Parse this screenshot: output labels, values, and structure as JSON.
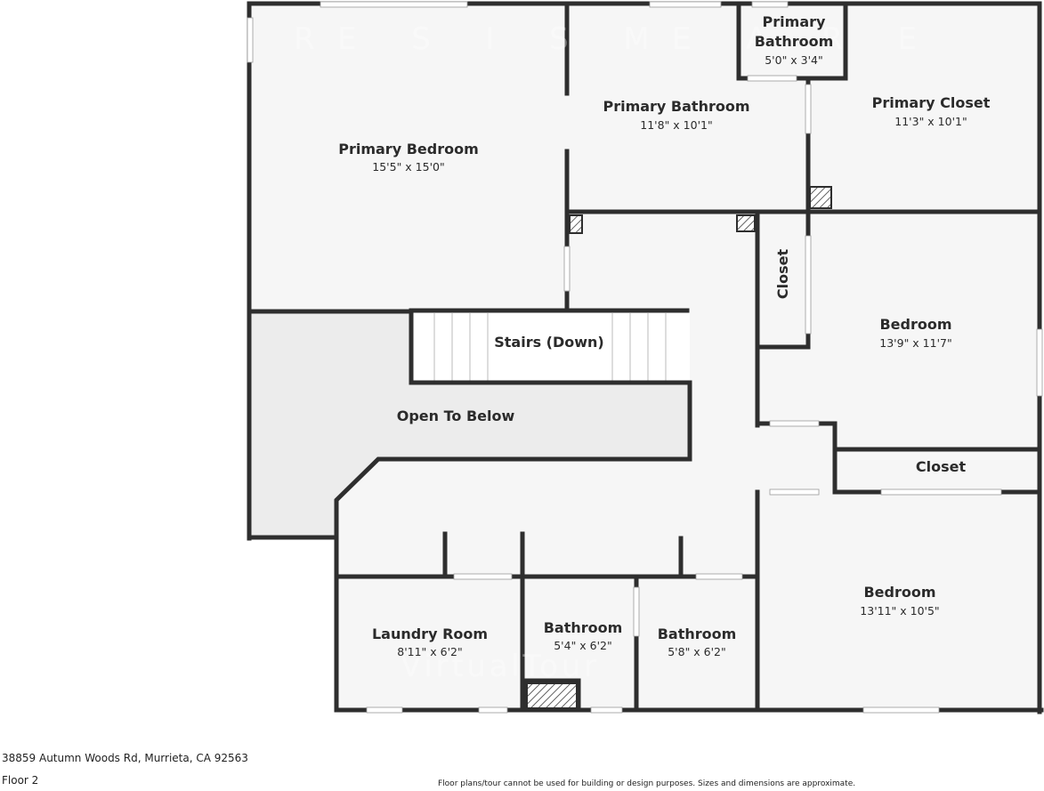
{
  "rooms": {
    "primary_bedroom": {
      "name": "Primary Bedroom",
      "dim": "15'5\" x 15'0\""
    },
    "primary_bathroom": {
      "name": "Primary Bathroom",
      "dim": "11'8\" x 10'1\""
    },
    "primary_bathroom_small": {
      "name_line1": "Primary",
      "name_line2": "Bathroom",
      "dim": "5'0\" x 3'4\""
    },
    "primary_closet": {
      "name": "Primary Closet",
      "dim": "11'3\" x 10'1\""
    },
    "closet_vertical": {
      "name": "Closet"
    },
    "bedroom_upper": {
      "name": "Bedroom",
      "dim": "13'9\" x 11'7\""
    },
    "stairs": {
      "name": "Stairs (Down)"
    },
    "open_to_below": {
      "name": "Open To Below"
    },
    "closet_small": {
      "name": "Closet"
    },
    "bedroom_lower": {
      "name": "Bedroom",
      "dim": "13'11\" x 10'5\""
    },
    "laundry": {
      "name": "Laundry Room",
      "dim": "8'11\" x 6'2\""
    },
    "bathroom_left": {
      "name": "Bathroom",
      "dim": "5'4\" x 6'2\""
    },
    "bathroom_right": {
      "name": "Bathroom",
      "dim": "5'8\" x 6'2\""
    }
  },
  "footer": {
    "address": "38859 Autumn Woods Rd, Murrieta, CA 92563",
    "floor": "Floor 2",
    "disclaimer": "Floor plans/tour cannot be used for building or design purposes. Sizes and dimensions are approximate."
  },
  "colors": {
    "floor": "#f6f6f6",
    "wall": "#2e2e2e",
    "open_area": "#ececec",
    "window": "#ffffff"
  }
}
